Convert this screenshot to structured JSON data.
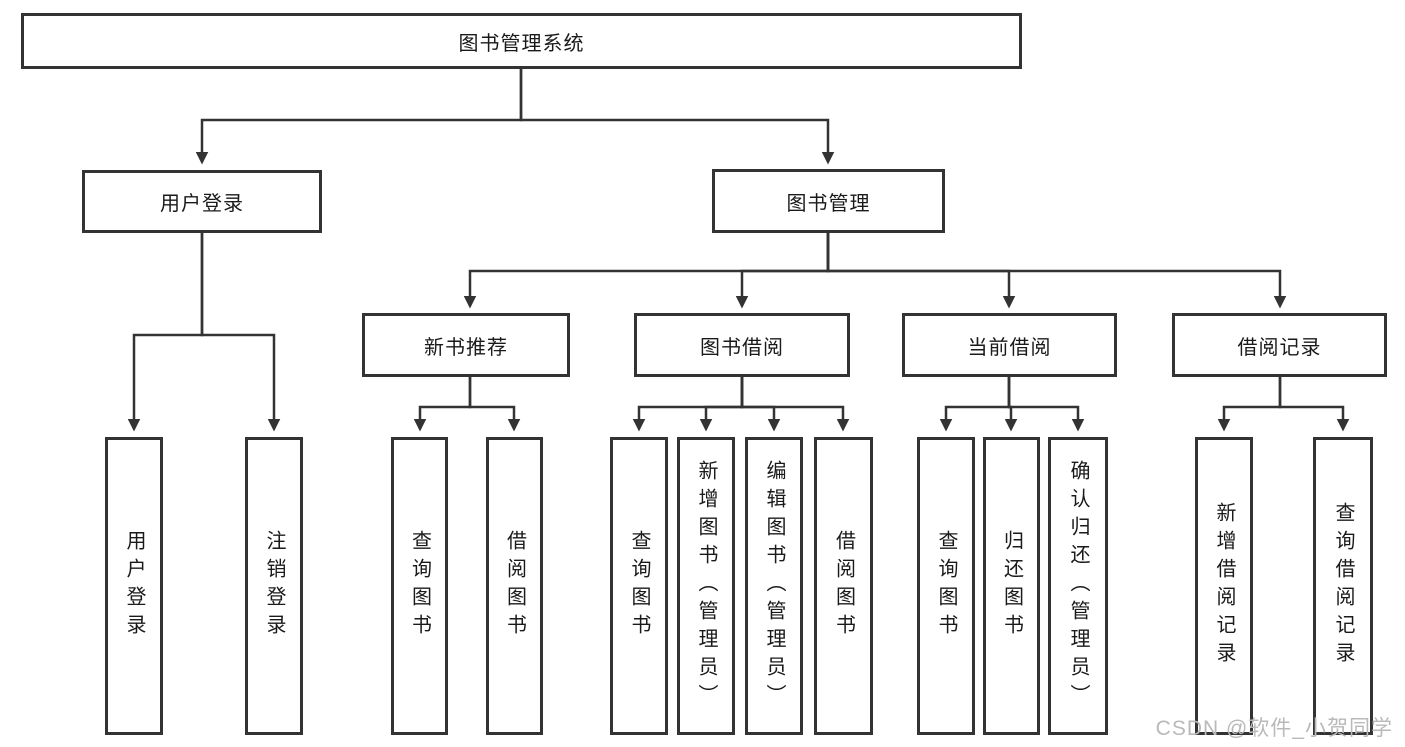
{
  "diagram": {
    "root": "图书管理系统",
    "level2": [
      {
        "label": "用户登录",
        "leaves": [
          "用户登录",
          "注销登录"
        ]
      },
      {
        "label": "图书管理",
        "sections": [
          {
            "label": "新书推荐",
            "leaves": [
              "查询图书",
              "借阅图书"
            ]
          },
          {
            "label": "图书借阅",
            "leaves": [
              "查询图书",
              "新增图书（管理员）",
              "编辑图书（管理员）",
              "借阅图书"
            ]
          },
          {
            "label": "当前借阅",
            "leaves": [
              "查询图书",
              "归还图书",
              "确认归还（管理员）"
            ]
          },
          {
            "label": "借阅记录",
            "leaves": [
              "新增借阅记录",
              "查询借阅记录"
            ]
          }
        ]
      }
    ]
  },
  "watermark": "CSDN @软件_小贺同学",
  "colors": {
    "line": "#333333",
    "text": "#1a1a1a",
    "watermark": "#b9b9b9",
    "background": "#ffffff"
  }
}
